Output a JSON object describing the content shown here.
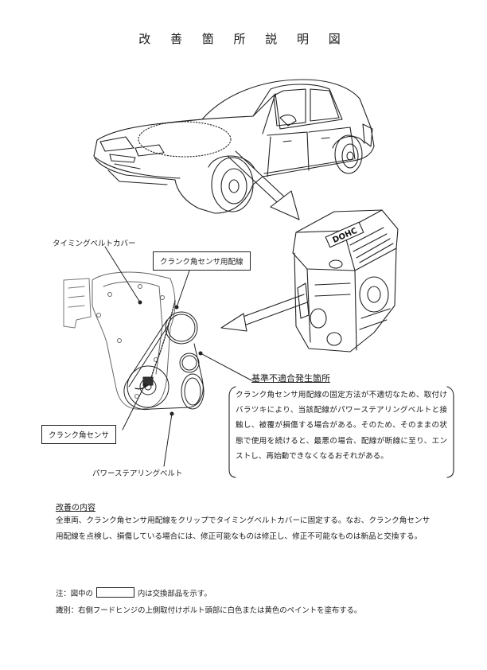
{
  "title": "改 善 箇 所 説 明 図",
  "labels": {
    "timing_belt_cover": "タイミングベルトカバー",
    "crank_angle_sensor_wire": "クランク角センサ用配線",
    "crank_angle_sensor": "クランク角センサ",
    "power_steering_belt": "パワーステアリングベルト"
  },
  "issue": {
    "heading": "基準不適合発生箇所",
    "text": "クランク角センサ用配線の固定方法が不適切なため、取付けバラツキにより、当該配線がパワーステアリングベルトと接触し、被覆が損傷する場合がある。そのため、そのままの状態で使用を続けると、最悪の場合、配線が断線に至り、エンストし、再始動できなくなるおそれがある。"
  },
  "improvement": {
    "heading": "改善の内容",
    "text": "全車両、クランク角センサ用配線をクリップでタイミングベルトカバーに固定する。なお、クランク角センサ用配線を点検し、損傷している場合には、修正可能なものは修正し、修正不可能なものは新品と交換する。"
  },
  "note": {
    "prefix": "注：図中の",
    "suffix": "内は交換部品を示す。"
  },
  "identification": "識別：右側フードヒンジの上側取付けボルト頭部に白色または黄色のペイントを塗布する。",
  "illustration": {
    "engine_badge_text": "DOHC"
  }
}
